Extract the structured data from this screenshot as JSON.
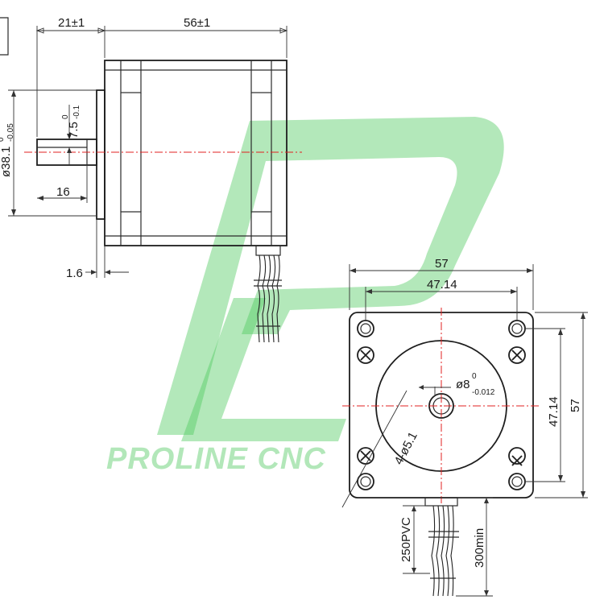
{
  "watermark": {
    "logo_text": "PROLINE CNC",
    "color": "#49c85a"
  },
  "side_view": {
    "shaft_length": "21±1",
    "body_length": "56±1",
    "pilot_dia_main": "ø38.1",
    "pilot_dia_sub": "-0.05",
    "pilot_dia_sup": "0",
    "flat_main": "7.5",
    "flat_sup": "0",
    "flat_sub": "-0.1",
    "flat_length": "16",
    "flange_thickness": "1.6"
  },
  "front_view": {
    "width": "57",
    "hole_spacing_h": "47.14",
    "hole_spacing_v": "47.14",
    "height": "57",
    "shaft_dia_main": "ø8",
    "shaft_dia_sup": "0",
    "shaft_dia_sub": "-0.012",
    "holes": "4-ø5.1",
    "cable_spec": "250PVC",
    "cable_length": "300min"
  },
  "colors": {
    "line": "#2a2a2a",
    "centerline": "#e02020",
    "watermark": "#49c85a"
  }
}
